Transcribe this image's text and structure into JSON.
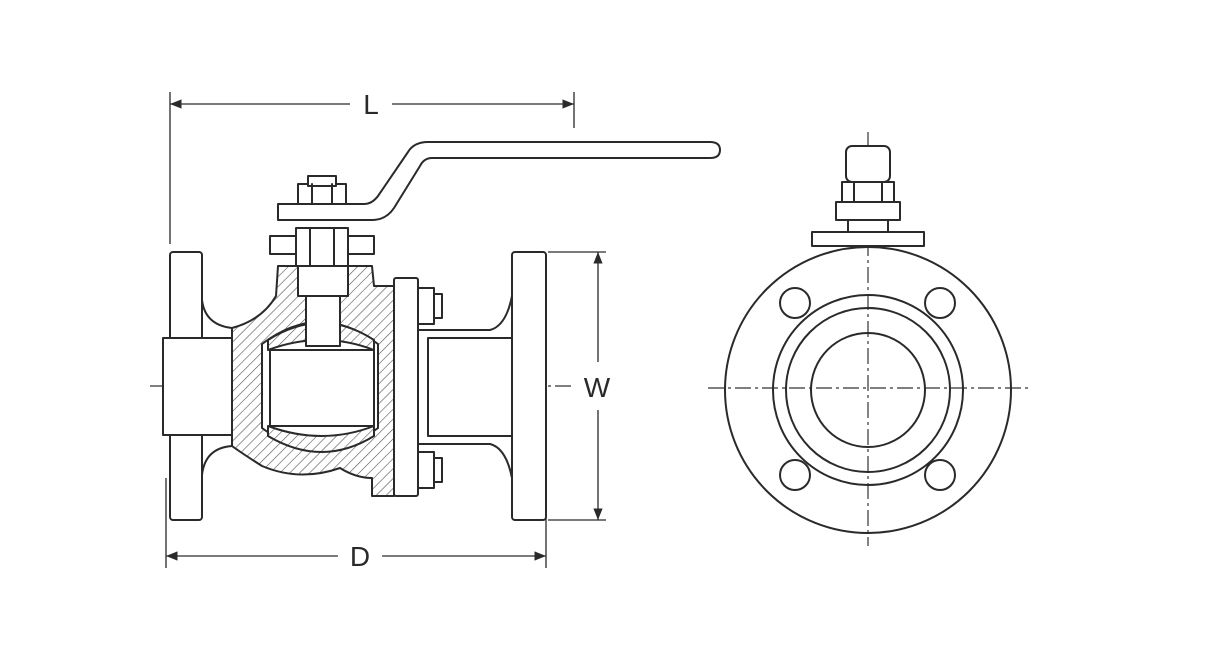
{
  "dimensions": {
    "length_label": "L",
    "width_label": "W",
    "diameter_label": "D"
  },
  "colors": {
    "line": "#2a2a2a",
    "background": "#ffffff"
  }
}
